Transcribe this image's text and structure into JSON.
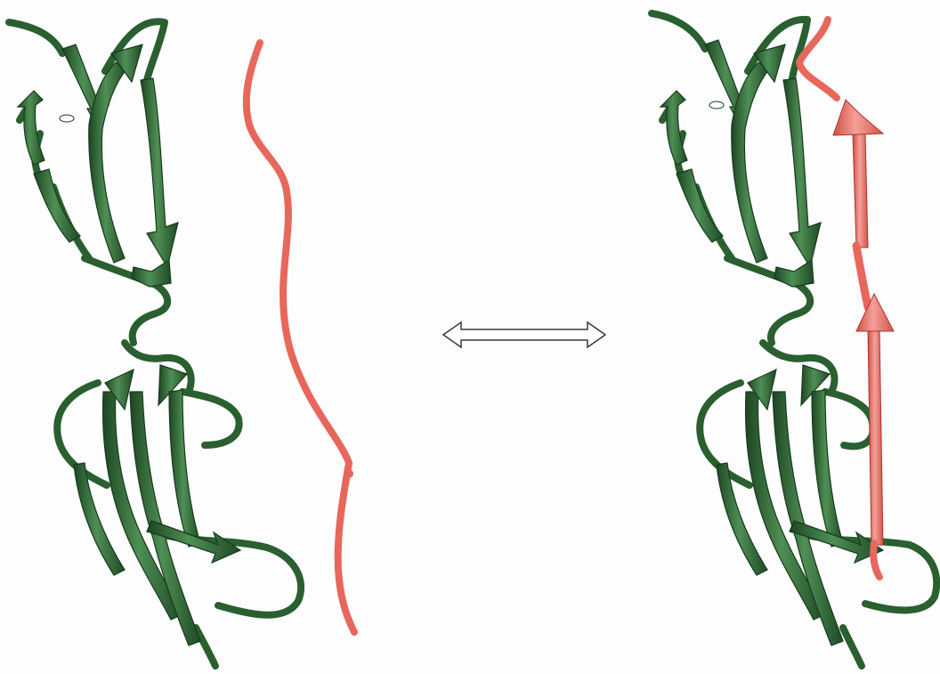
{
  "figure": {
    "background": "#fdfdfd",
    "colors": {
      "protein": "#2e6b34",
      "protein_dark": "#1d4622",
      "protein_light": "#4f8f55",
      "peptide": "#e8675c",
      "peptide_light": "#f3a099",
      "arrow_outline": "#3a3a3a"
    },
    "panels": [
      {
        "state": "unbound",
        "peptide_form": "coil"
      },
      {
        "state": "bound",
        "peptide_form": "beta-strand"
      }
    ],
    "connector_icon": "double-headed-arrow-icon"
  }
}
